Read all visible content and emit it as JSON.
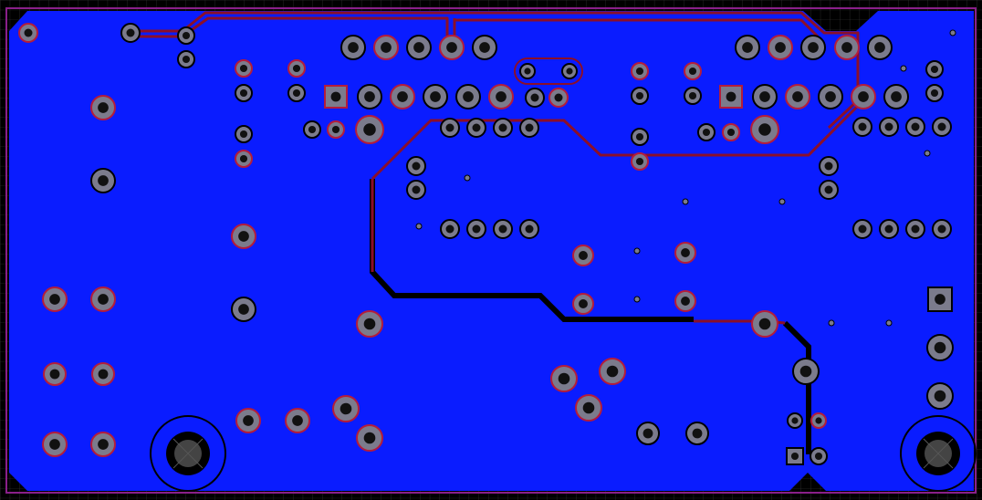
{
  "view": {
    "layer": "Bottom Copper",
    "colors": {
      "background": "#000000",
      "grid": "#3a3a3a",
      "board_outline": "#8a1f8a",
      "copper_pour": "#0a1cff",
      "trace": "#8b0f2a",
      "pad_fill": "#7b7b8c",
      "pad_ring": "#b51c3a",
      "hole": "#111111",
      "mount_outline": "#000000"
    }
  },
  "components": {
    "mounting_holes": 2,
    "square_pads": 4,
    "via_count": 9
  }
}
